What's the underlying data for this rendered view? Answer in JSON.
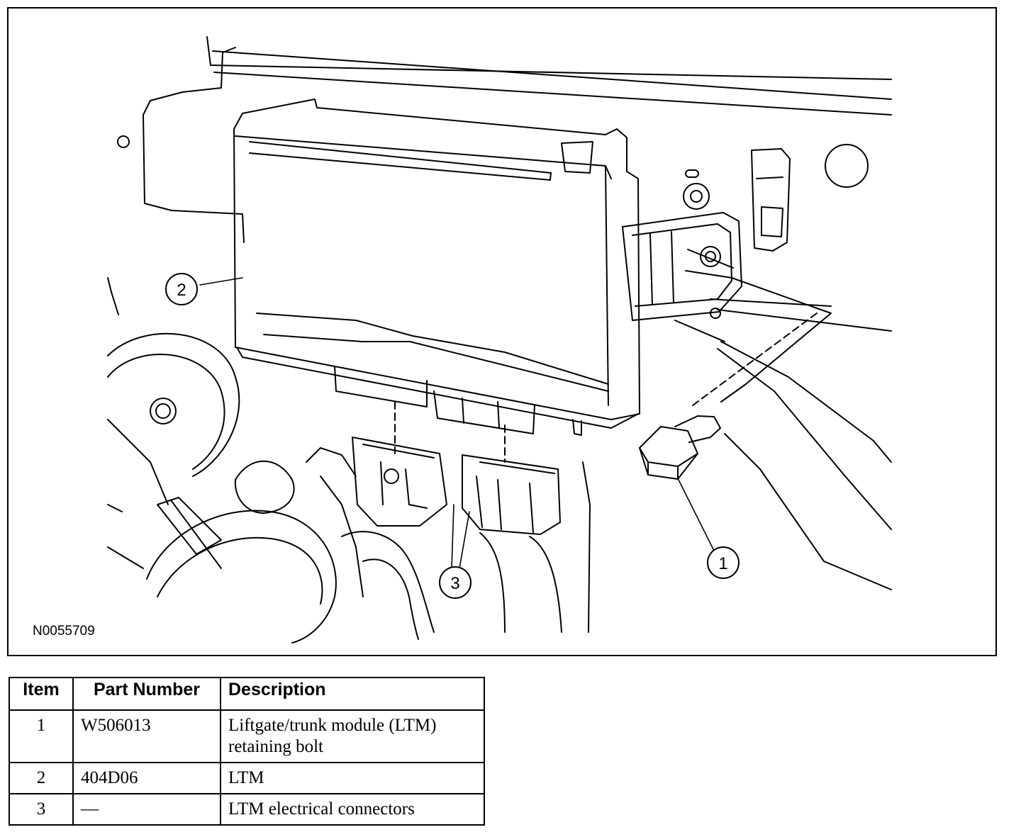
{
  "figure": {
    "id": "N0055709",
    "callouts": [
      {
        "number": "1",
        "part": "bolt"
      },
      {
        "number": "2",
        "part": "module"
      },
      {
        "number": "3",
        "part": "connectors"
      }
    ]
  },
  "table": {
    "headers": {
      "item": "Item",
      "part_number": "Part Number",
      "description": "Description"
    },
    "rows": [
      {
        "item": "1",
        "part_number": "W506013",
        "description": "Liftgate/trunk module (LTM)\nretaining bolt"
      },
      {
        "item": "2",
        "part_number": "404D06",
        "description": "LTM"
      },
      {
        "item": "3",
        "part_number": "—",
        "description": "LTM electrical connectors"
      }
    ]
  }
}
